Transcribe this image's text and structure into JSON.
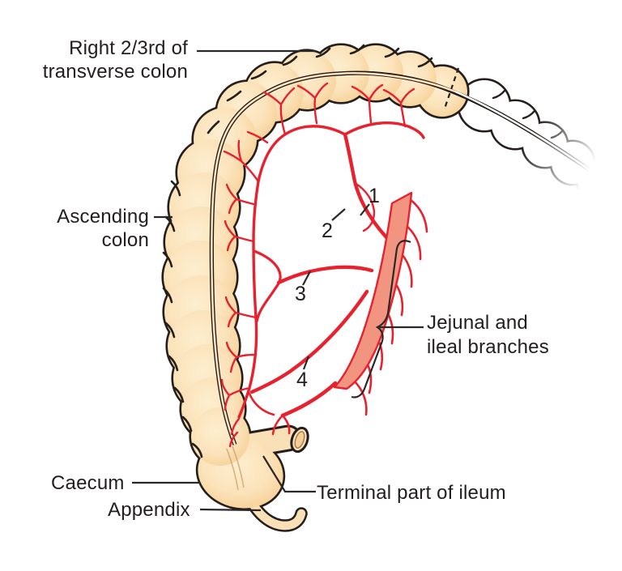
{
  "figure": {
    "labels": {
      "transverse_colon": {
        "line1": "Right 2/3rd of",
        "line2": "transverse colon"
      },
      "ascending_colon": {
        "line1": "Ascending",
        "line2": "colon"
      },
      "caecum": {
        "text": "Caecum"
      },
      "appendix": {
        "text": "Appendix"
      },
      "terminal_ileum": {
        "text": "Terminal part of ileum"
      },
      "jejunal_ileal_branches": {
        "line1": "Jejunal and",
        "line2": "ileal branches"
      }
    },
    "markers": {
      "m1": "1",
      "m2": "2",
      "m3": "3",
      "m4": "4"
    },
    "colors": {
      "background": "#FFFFFF",
      "colon_fill": "#FBE3BD",
      "colon_shade": "#F0A868",
      "outline": "#241F1C",
      "artery_red": "#E8212E",
      "sma_trunk_fill": "#F29580",
      "label_text": "#221D1E",
      "leader_line": "#2B2726"
    }
  }
}
